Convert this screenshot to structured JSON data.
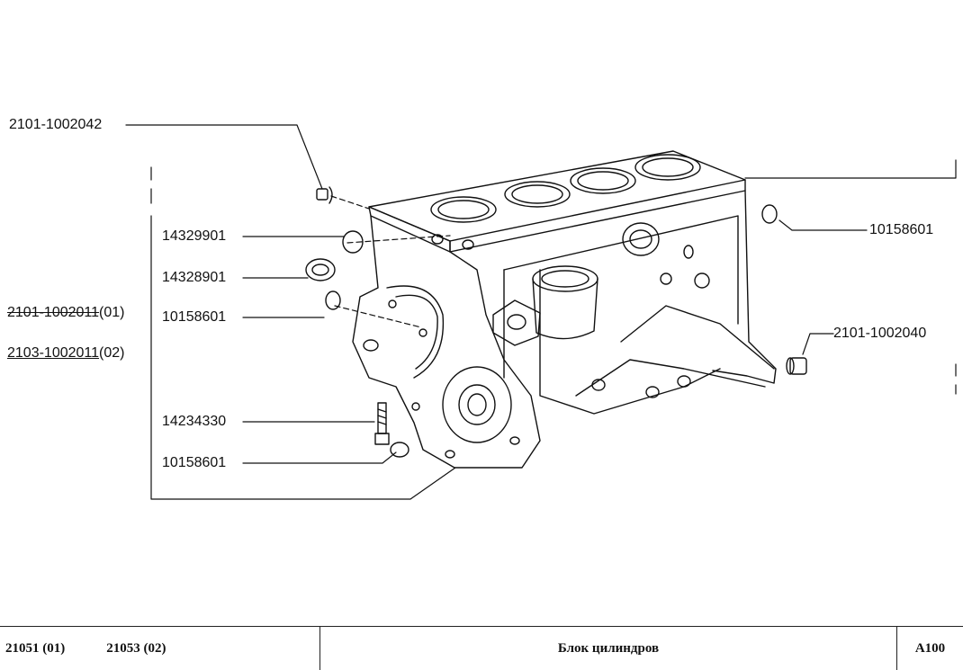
{
  "callouts": {
    "plug_top": "2101-1002042",
    "plug_right": "10158601",
    "bush_a": "14329901",
    "bush_b": "14328901",
    "variant_01_code": "2101-1002011",
    "variant_01_tag": "(01)",
    "variant_02_code": "2103-1002011",
    "variant_02_tag": "(02)",
    "plug_left": "10158601",
    "bush_right": "2101-1002040",
    "bolt": "14234330",
    "plug_bottom": "10158601"
  },
  "footer": {
    "model_a": "21051 (01)",
    "model_b": "21053 (02)",
    "title": "Блок цилиндров",
    "code": "A100"
  }
}
